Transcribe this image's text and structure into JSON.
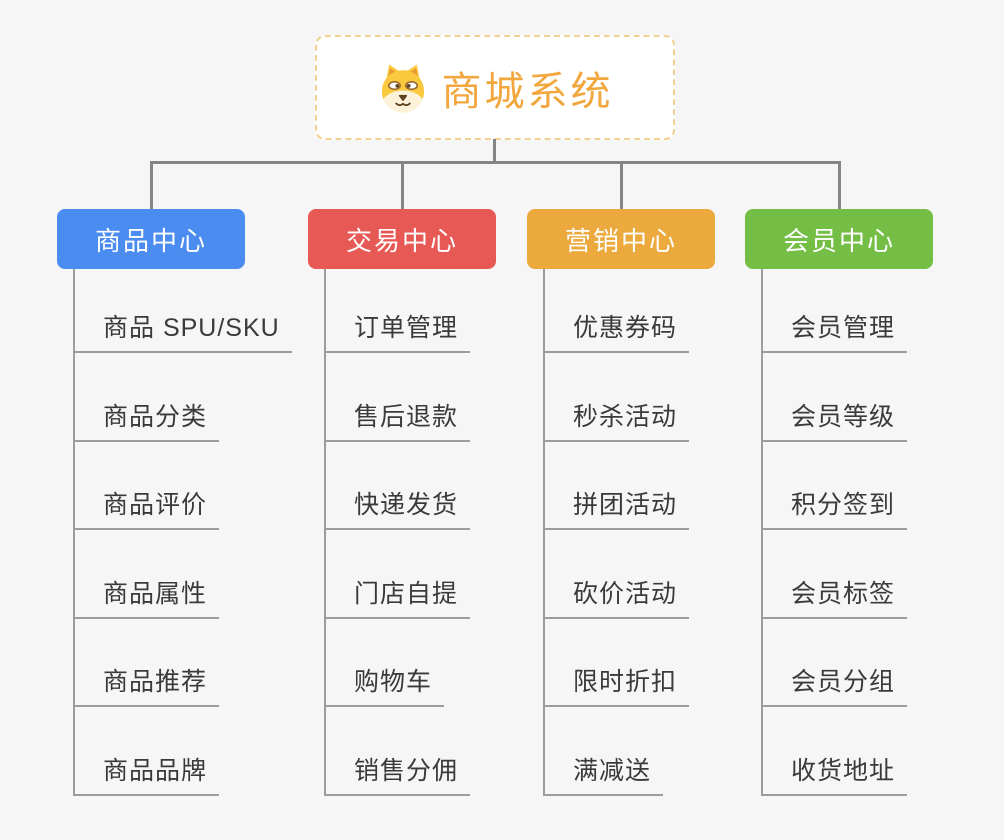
{
  "root": {
    "title": "商城系统",
    "icon": "dog-icon"
  },
  "branches": [
    {
      "id": "product",
      "label": "商品中心",
      "color": "#4a8cef",
      "items": [
        "商品 SPU/SKU",
        "商品分类",
        "商品评价",
        "商品属性",
        "商品推荐",
        "商品品牌"
      ]
    },
    {
      "id": "trade",
      "label": "交易中心",
      "color": "#e75955",
      "items": [
        "订单管理",
        "售后退款",
        "快递发货",
        "门店自提",
        "购物车",
        "销售分佣"
      ]
    },
    {
      "id": "marketing",
      "label": "营销中心",
      "color": "#eca93d",
      "items": [
        "优惠券码",
        "秒杀活动",
        "拼团活动",
        "砍价活动",
        "限时折扣",
        "满减送"
      ]
    },
    {
      "id": "member",
      "label": "会员中心",
      "color": "#74be45",
      "items": [
        "会员管理",
        "会员等级",
        "积分签到",
        "会员标签",
        "会员分组",
        "收货地址"
      ]
    }
  ],
  "colors": {
    "background": "#f6f6f6",
    "connector": "#858585",
    "spine": "#9c9c9c",
    "root_text": "#f2a73e",
    "root_border": "#f3d193",
    "item_text": "#3a3a3a"
  }
}
